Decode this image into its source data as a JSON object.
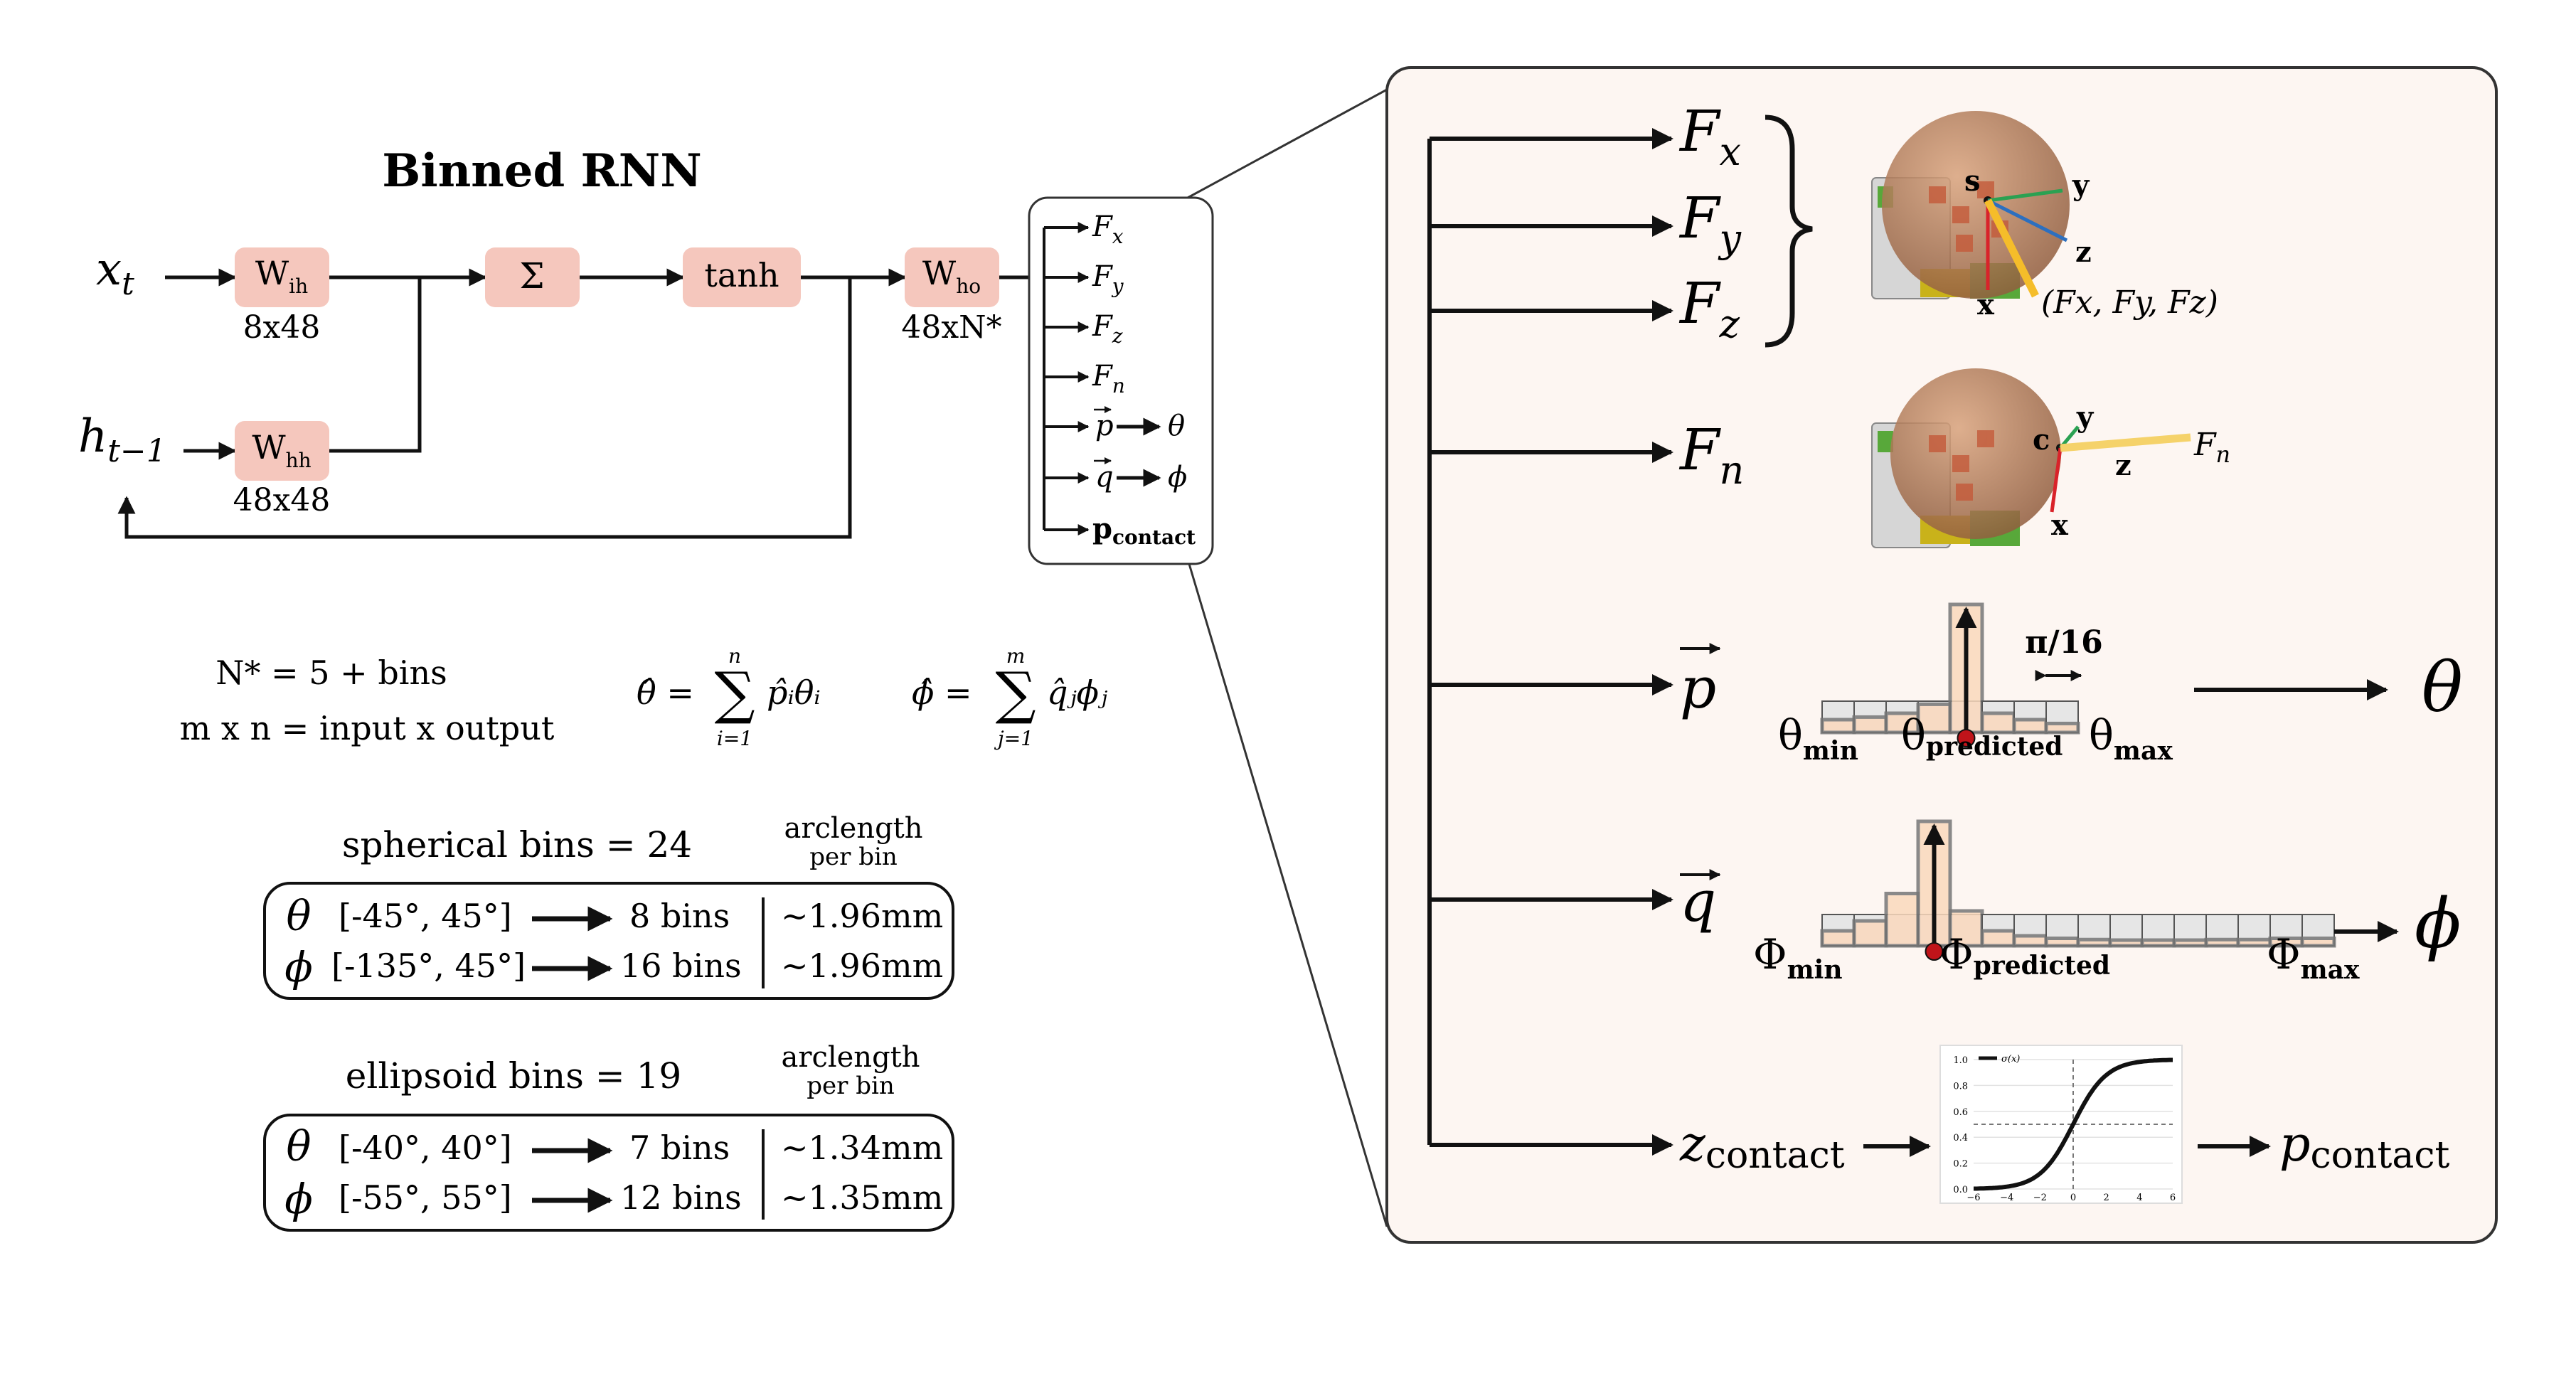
{
  "title": "Binned RNN",
  "inputs": {
    "x": "x",
    "x_sub": "t",
    "h": "h",
    "h_sub": "t−1"
  },
  "blocks": {
    "wih": {
      "main": "W",
      "sub": "ih",
      "dim": "8x48"
    },
    "whh": {
      "main": "W",
      "sub": "hh",
      "dim": "48x48"
    },
    "sum": "Σ",
    "tanh": "tanh",
    "who": {
      "main": "W",
      "sub": "ho",
      "dim": "48xN*"
    }
  },
  "small_outputs": {
    "fx": {
      "v": "F",
      "s": "x"
    },
    "fy": {
      "v": "F",
      "s": "y"
    },
    "fz": {
      "v": "F",
      "s": "z"
    },
    "fn": {
      "v": "F",
      "s": "n"
    },
    "p": {
      "v": "p",
      "t": "θ"
    },
    "q": {
      "v": "q",
      "t": "ϕ"
    },
    "pc": {
      "v": "p",
      "s": "contact"
    }
  },
  "formulas": {
    "nstar": "N* = 5 + bins",
    "mxn": "m x n = input x output",
    "theta_hat": {
      "lhs": "θ̂ =",
      "sum_top": "n",
      "sum_sym": "∑",
      "sum_bot": "i=1",
      "rhs": "p̂ᵢθᵢ"
    },
    "phi_hat": {
      "lhs": "ϕ̂ =",
      "sum_top": "m",
      "sum_sym": "∑",
      "sum_bot": "j=1",
      "rhs": "q̂ⱼϕⱼ"
    }
  },
  "arclength_header": {
    "line1": "arclength",
    "line2": "per bin"
  },
  "spherical": {
    "title": "spherical bins = 24",
    "rows": [
      {
        "sym": "θ",
        "range": "[-45°, 45°]",
        "bins": "8 bins",
        "arc": "~1.96mm"
      },
      {
        "sym": "ϕ",
        "range": "[-135°, 45°]",
        "bins": "16 bins",
        "arc": "~1.96mm"
      }
    ]
  },
  "ellipsoid": {
    "title": "ellipsoid bins = 19",
    "rows": [
      {
        "sym": "θ",
        "range": "[-40°, 40°]",
        "bins": "7 bins",
        "arc": "~1.34mm"
      },
      {
        "sym": "ϕ",
        "range": "[-55°, 55°]",
        "bins": "12 bins",
        "arc": "~1.35mm"
      }
    ]
  },
  "detail": {
    "fx": {
      "v": "F",
      "s": "x"
    },
    "fy": {
      "v": "F",
      "s": "y"
    },
    "fz": {
      "v": "F",
      "s": "z"
    },
    "fn": {
      "v": "F",
      "s": "n"
    },
    "p": "p",
    "q": "q",
    "z": {
      "v": "z",
      "s": "contact"
    },
    "theta_out": "θ",
    "phi_out": "ϕ",
    "pc_out": {
      "v": "p",
      "s": "contact"
    },
    "pi16": "π/16",
    "theta_min": {
      "v": "θ",
      "s": "min"
    },
    "theta_pred": {
      "v": "θ",
      "s": "predicted"
    },
    "theta_max": {
      "v": "θ",
      "s": "max"
    },
    "phi_min": {
      "v": "Φ",
      "s": "min"
    },
    "phi_pred": {
      "v": "Φ",
      "s": "predicted"
    },
    "phi_max": {
      "v": "Φ",
      "s": "max"
    },
    "sensor1": {
      "s": "s",
      "y": "y",
      "z": "z",
      "x": "x",
      "force": "(Fx, Fy, Fz)"
    },
    "sensor2": {
      "c": "c",
      "y": "y",
      "z": "z",
      "x": "x",
      "fn": "F",
      "fn_sub": "n"
    },
    "theta_hist": [
      0.1,
      0.12,
      0.15,
      0.22,
      1.0,
      0.15,
      0.1,
      0.07
    ],
    "phi_hist": [
      0.12,
      0.2,
      0.42,
      1.0,
      0.28,
      0.12,
      0.08,
      0.06,
      0.05,
      0.04,
      0.04,
      0.04,
      0.05,
      0.05,
      0.06,
      0.06
    ],
    "sigmoid_legend": "σ(x)",
    "sigmoid_yticks": [
      "1.0",
      "0.8",
      "0.6",
      "0.4",
      "0.2",
      "0.0"
    ],
    "sigmoid_xticks": [
      "−6",
      "−4",
      "−2",
      "0",
      "2",
      "4",
      "6"
    ]
  },
  "colors": {
    "block": "#f5c7bd",
    "panel": "#fdf6f2",
    "hist": "#fad9bd",
    "dot": "#c0141a"
  }
}
